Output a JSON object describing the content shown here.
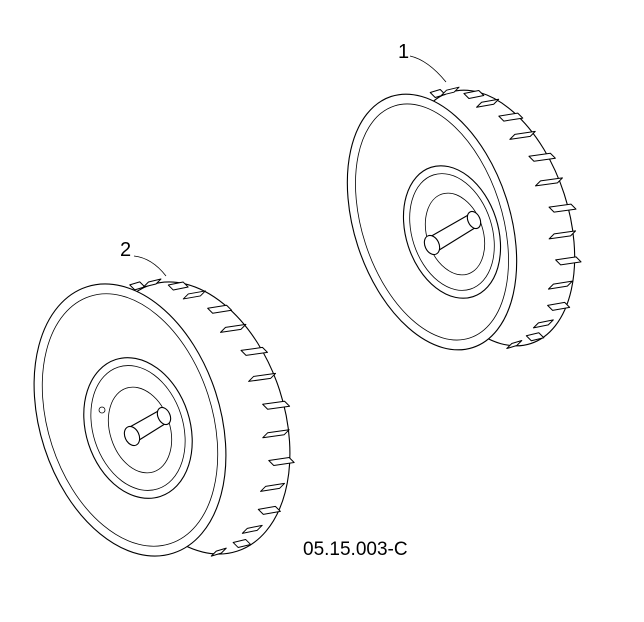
{
  "diagram": {
    "part_number": "05.15.003-C",
    "callouts": [
      {
        "id": "callout-1",
        "label": "1"
      },
      {
        "id": "callout-2",
        "label": "2"
      }
    ]
  }
}
